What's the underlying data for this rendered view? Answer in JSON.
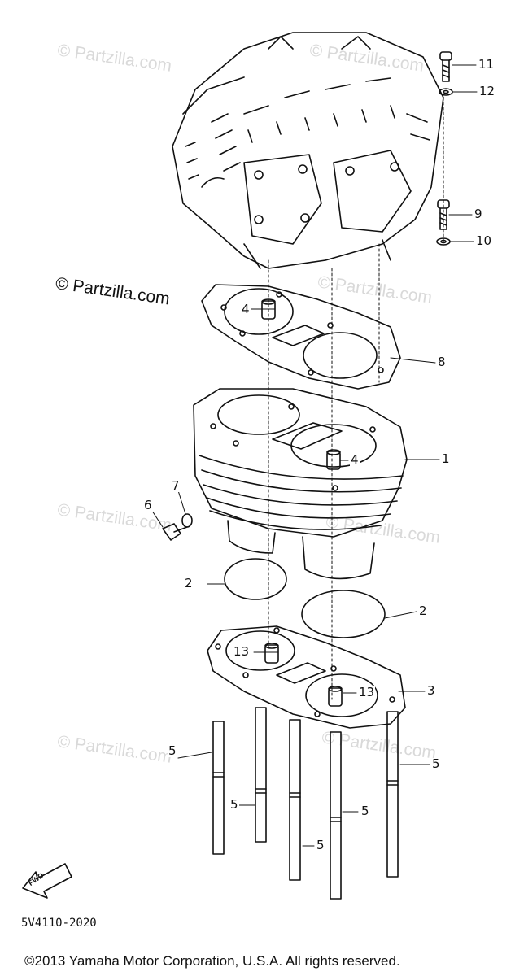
{
  "watermark_text": "© Partzilla.com",
  "watermark_prominent": "© Partzilla.com",
  "callouts": {
    "c1": "1",
    "c2a": "2",
    "c2b": "2",
    "c3": "3",
    "c4a": "4",
    "c4b": "4",
    "c5a": "5",
    "c5b": "5",
    "c5c": "5",
    "c5d": "5",
    "c5e": "5",
    "c6": "6",
    "c7": "7",
    "c8": "8",
    "c9": "9",
    "c10": "10",
    "c11": "11",
    "c12": "12",
    "c13a": "13",
    "c13b": "13"
  },
  "fwd_label": "FWD",
  "part_number": "5V4110-2020",
  "copyright": "©2013 Yamaha Motor Corporation, U.S.A. All rights reserved."
}
